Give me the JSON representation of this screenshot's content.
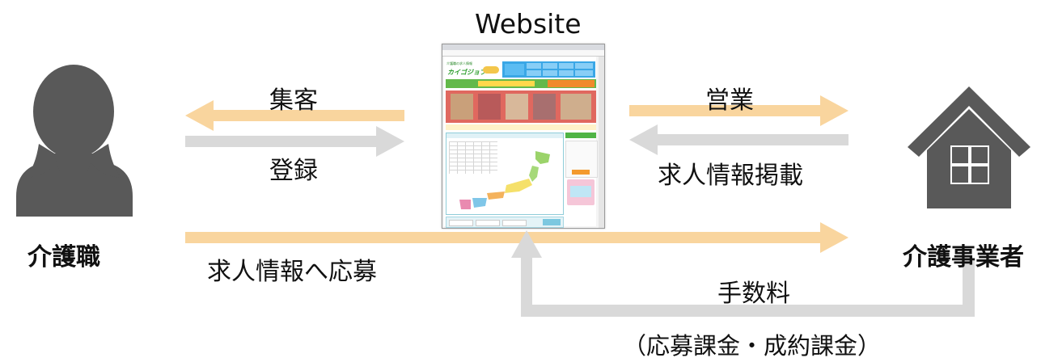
{
  "website": {
    "title": "Website",
    "screenshot_logo_tagline": "介護職の求人情報",
    "screenshot_logo_name": "カイゴジョブ"
  },
  "left_actor": {
    "label": "介護職",
    "icon": "person-icon"
  },
  "right_actor": {
    "label": "介護事業者",
    "icon": "house-icon"
  },
  "arrows": {
    "shuukyaku": "集客",
    "touroku": "登録",
    "eigyou": "営業",
    "kyujin_keisai": "求人情報掲載",
    "kyujin_oubo": "求人情報へ応募",
    "tesuuryou": "手数料",
    "kakin": "（応募課金・成約課金）"
  },
  "colors": {
    "orange_arrow": "#F9D59E",
    "gray_arrow": "#D9D9D9",
    "icon_fill": "#595959"
  }
}
